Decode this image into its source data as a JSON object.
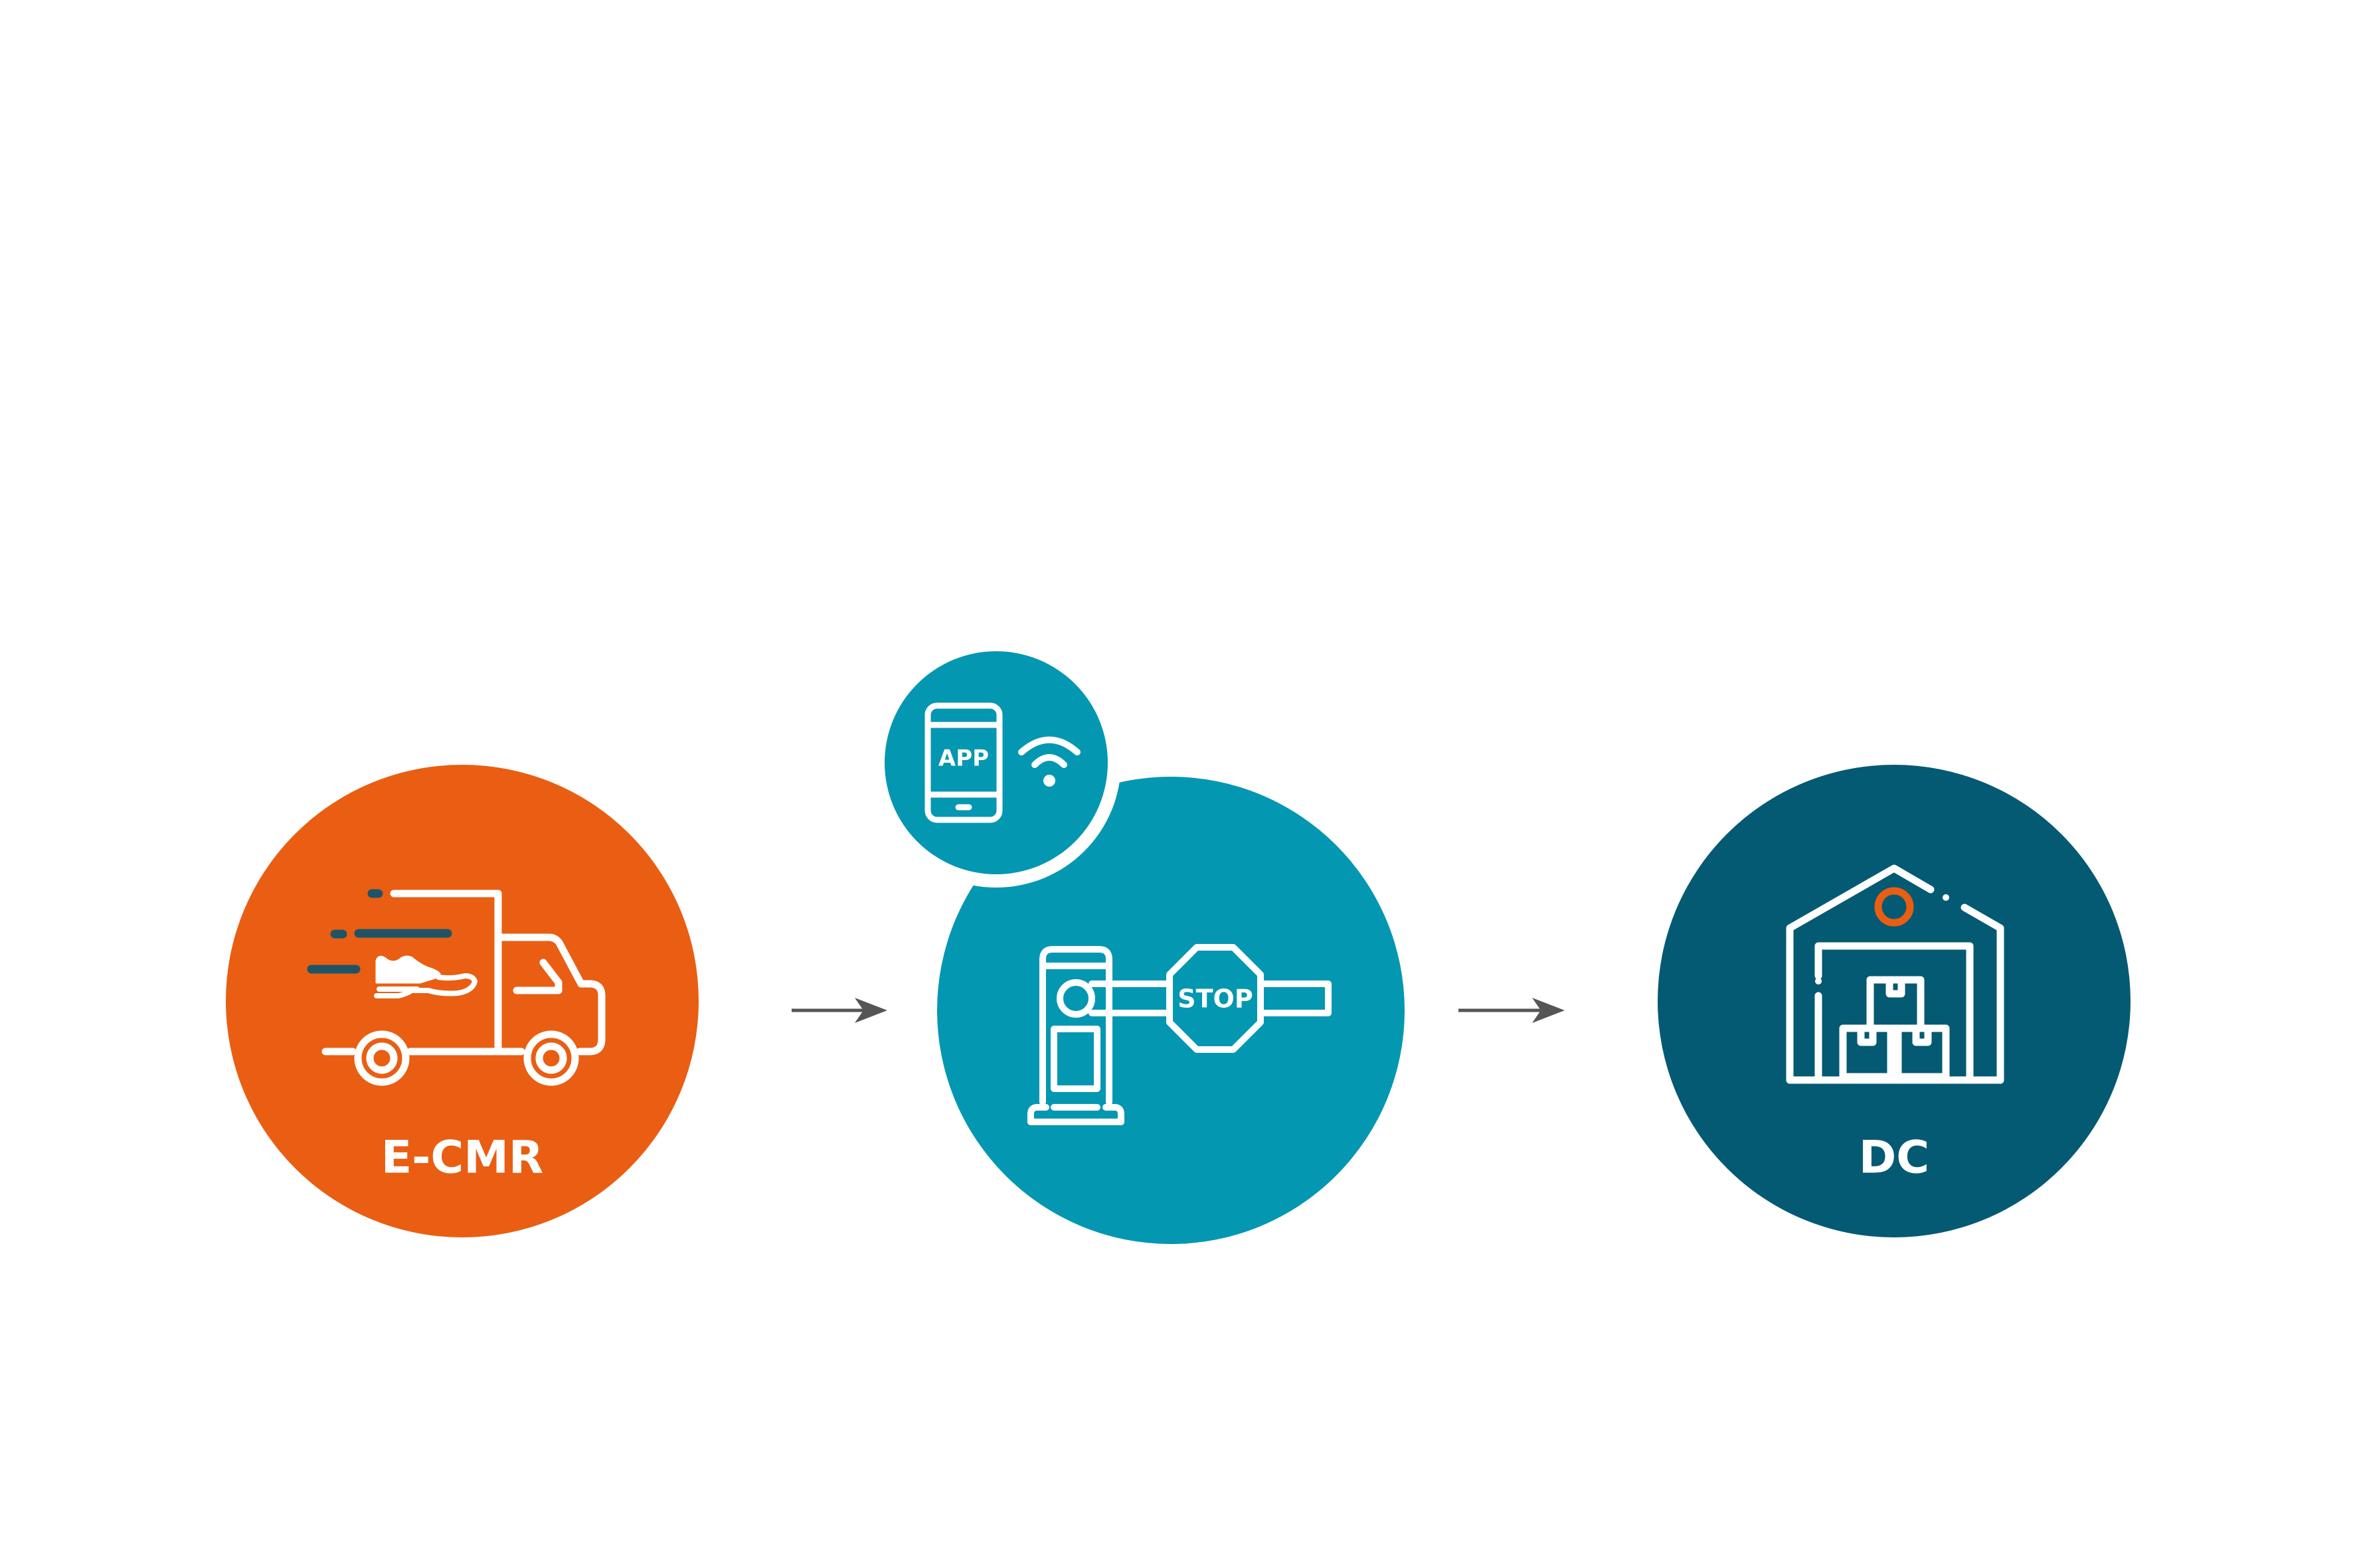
{
  "colors": {
    "background": "#ffffff",
    "step1": "#e95e12",
    "step2": "#0497b2",
    "step3": "#045a72",
    "accent_dark": "#1f5468",
    "arrow": "#555555",
    "icon": "#ffffff"
  },
  "steps": [
    {
      "label": "E-CMR",
      "icon": "delivery-truck-icon"
    },
    {
      "label": "",
      "icon": "gate-barrier-stop-icon",
      "sign_text": "STOP",
      "badge": {
        "icon": "smartphone-app-icon",
        "text": "APP",
        "secondary_icon": "wifi-signal-icon"
      }
    },
    {
      "label": "DC",
      "icon": "warehouse-icon"
    }
  ],
  "connectors": [
    "arrow-right-icon",
    "arrow-right-icon"
  ]
}
